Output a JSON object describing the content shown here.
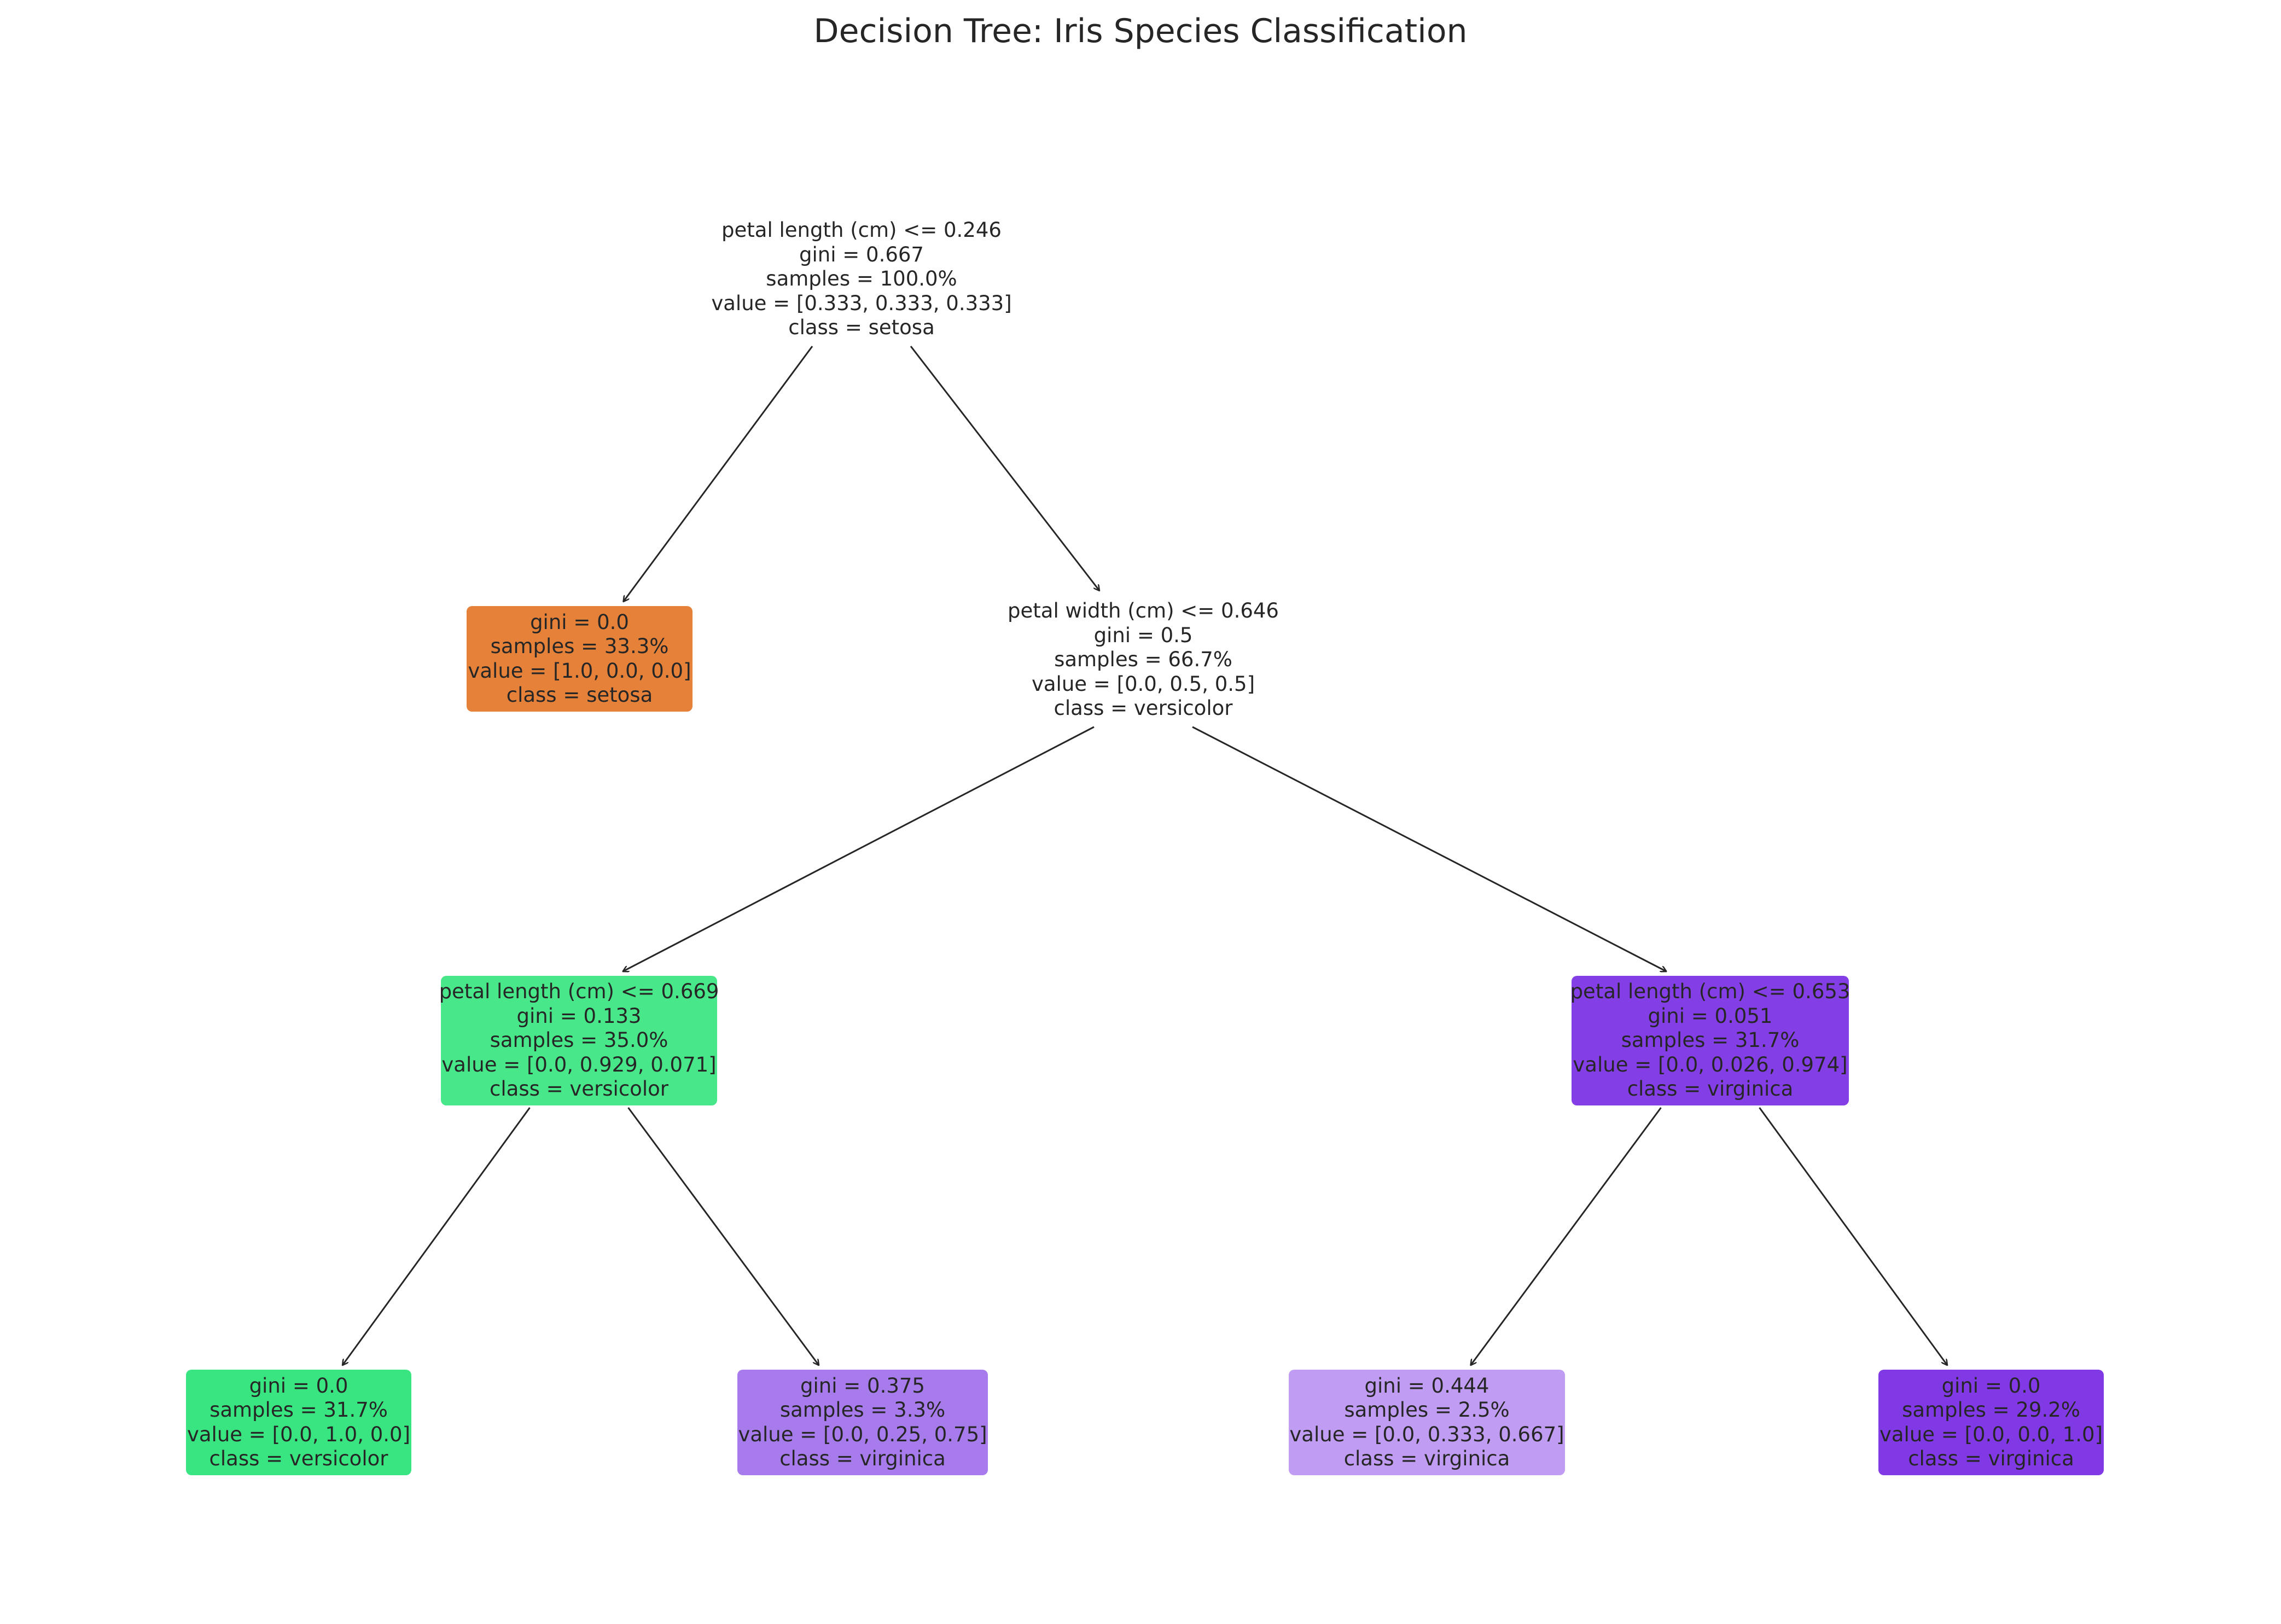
{
  "title": "Decision Tree: Iris Species Classification",
  "colors": {
    "setosa": "#e58139",
    "versicolor": "#39e581",
    "virginica": "#8139e5",
    "edge": "#262626",
    "text": "#262626"
  },
  "nodes": [
    {
      "id": "root",
      "lines": [
        "petal length (cm) <= 0.246",
        "gini = 0.667",
        "samples = 100.0%",
        "value = [0.333, 0.333, 0.333]",
        "class = setosa"
      ],
      "fill": "#ffffff"
    },
    {
      "id": "n1",
      "lines": [
        "gini = 0.0",
        "samples = 33.3%",
        "value = [1.0, 0.0, 0.0]",
        "class = setosa"
      ],
      "fill": "#e58139"
    },
    {
      "id": "n2",
      "lines": [
        "petal width (cm) <= 0.646",
        "gini = 0.5",
        "samples = 66.7%",
        "value = [0.0, 0.5, 0.5]",
        "class = versicolor"
      ],
      "fill": "#ffffff"
    },
    {
      "id": "n3",
      "lines": [
        "petal length (cm) <= 0.669",
        "gini = 0.133",
        "samples = 35.0%",
        "value = [0.0, 0.929, 0.071]",
        "class = versicolor"
      ],
      "fill": "#47e78a"
    },
    {
      "id": "n4",
      "lines": [
        "petal length (cm) <= 0.653",
        "gini = 0.051",
        "samples = 31.7%",
        "value = [0.0, 0.026, 0.974]",
        "class = virginica"
      ],
      "fill": "#843ee6"
    },
    {
      "id": "n5",
      "lines": [
        "gini = 0.0",
        "samples = 31.7%",
        "value = [0.0, 1.0, 0.0]",
        "class = versicolor"
      ],
      "fill": "#39e581"
    },
    {
      "id": "n6",
      "lines": [
        "gini = 0.375",
        "samples = 3.3%",
        "value = [0.0, 0.25, 0.75]",
        "class = virginica"
      ],
      "fill": "#a77bec"
    },
    {
      "id": "n7",
      "lines": [
        "gini = 0.444",
        "samples = 2.5%",
        "value = [0.0, 0.333, 0.667]",
        "class = virginica"
      ],
      "fill": "#c09cf2"
    },
    {
      "id": "n8",
      "lines": [
        "gini = 0.0",
        "samples = 29.2%",
        "value = [0.0, 0.0, 1.0]",
        "class = virginica"
      ],
      "fill": "#8139e5"
    }
  ],
  "edges": [
    [
      "root",
      "n1"
    ],
    [
      "root",
      "n2"
    ],
    [
      "n2",
      "n3"
    ],
    [
      "n2",
      "n4"
    ],
    [
      "n3",
      "n5"
    ],
    [
      "n3",
      "n6"
    ],
    [
      "n4",
      "n7"
    ],
    [
      "n4",
      "n8"
    ]
  ]
}
